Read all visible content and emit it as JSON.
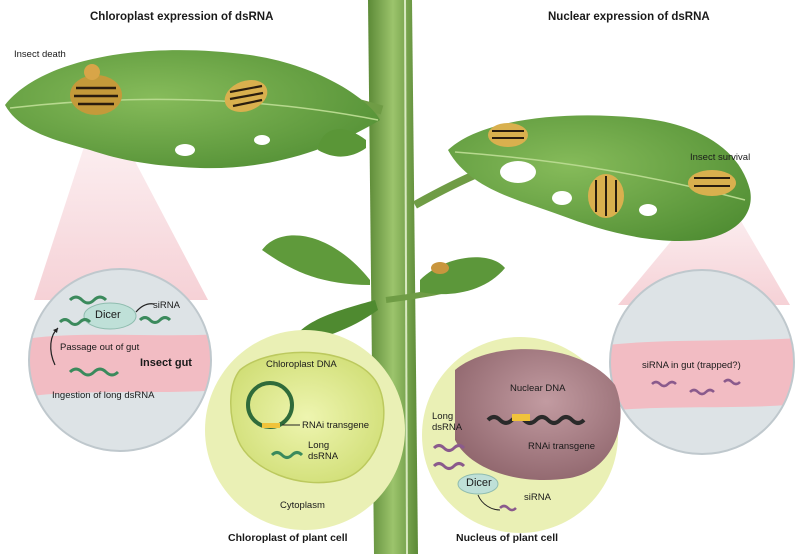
{
  "left": {
    "title": "Chloroplast expression of dsRNA",
    "insect_label": "Insect death",
    "gut_circle": {
      "dicer": "Dicer",
      "sirna": "siRNA",
      "passage": "Passage out of gut",
      "gut": "Insect gut",
      "ingestion": "Ingestion of long dsRNA"
    },
    "cell": {
      "chloroplast_dna": "Chloroplast DNA",
      "transgene": "RNAi transgene",
      "long_dsrna_1": "Long",
      "long_dsrna_2": "dsRNA",
      "cytoplasm": "Cytoplasm",
      "caption": "Chloroplast of plant cell"
    }
  },
  "right": {
    "title": "Nuclear expression of dsRNA",
    "insect_label": "Insect survival",
    "gut_circle": {
      "sirna_gut": "siRNA in gut (trapped?)"
    },
    "cell": {
      "nuclear_dna": "Nuclear DNA",
      "long_dsrna_1": "Long",
      "long_dsrna_2": "dsRNA",
      "transgene": "RNAi transgene",
      "dicer": "Dicer",
      "sirna": "siRNA",
      "caption": "Nucleus of plant cell"
    }
  },
  "colors": {
    "leaf": "#5e9a3c",
    "stem": "#7aa54e",
    "gut": "#f2bcc3",
    "cell": "#e4ee9a",
    "nucleus": "#a87f86",
    "dicer": "#bfe0d8",
    "dsrna_green": "#3b8a5c",
    "dsrna_purple": "#8a5a8c",
    "transgene": "#f0c33a"
  },
  "icons": [
    "beetle-icon",
    "leaf-icon",
    "dsrna-helix-icon",
    "plasmid-ring-icon"
  ]
}
